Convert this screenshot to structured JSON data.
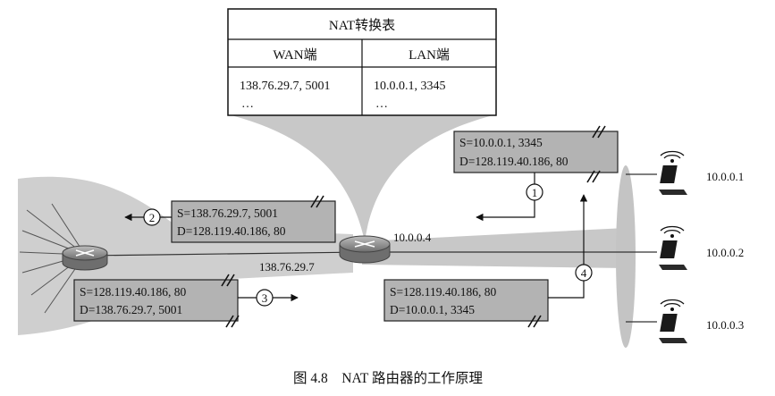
{
  "nat_table": {
    "title": "NAT转换表",
    "headers": [
      "WAN端",
      "LAN端"
    ],
    "rows": [
      [
        "138.76.29.7, 5001",
        "10.0.0.1, 3345"
      ],
      [
        "…",
        "…"
      ]
    ]
  },
  "packets": [
    {
      "step": "1",
      "src": "S=10.0.0.1, 3345",
      "dst": "D=128.119.40.186, 80"
    },
    {
      "step": "2",
      "src": "S=138.76.29.7,  5001",
      "dst": "D=128.119.40.186,  80"
    },
    {
      "step": "3",
      "src": "S=128.119.40.186,  80",
      "dst": "D=138.76.29.7,  5001"
    },
    {
      "step": "4",
      "src": "S=128.119.40.186,  80",
      "dst": "D=10.0.0.1,  3345"
    }
  ],
  "router": {
    "wan_ip": "138.76.29.7",
    "lan_ip": "10.0.0.4"
  },
  "hosts": [
    "10.0.0.1",
    "10.0.0.2",
    "10.0.0.3"
  ],
  "caption": "图 4.8    NAT 路由器的工作原理",
  "colors": {
    "box_fill": "#b3b3b3",
    "cloud": "#c8c8c8",
    "router": "#8a8a8a"
  }
}
